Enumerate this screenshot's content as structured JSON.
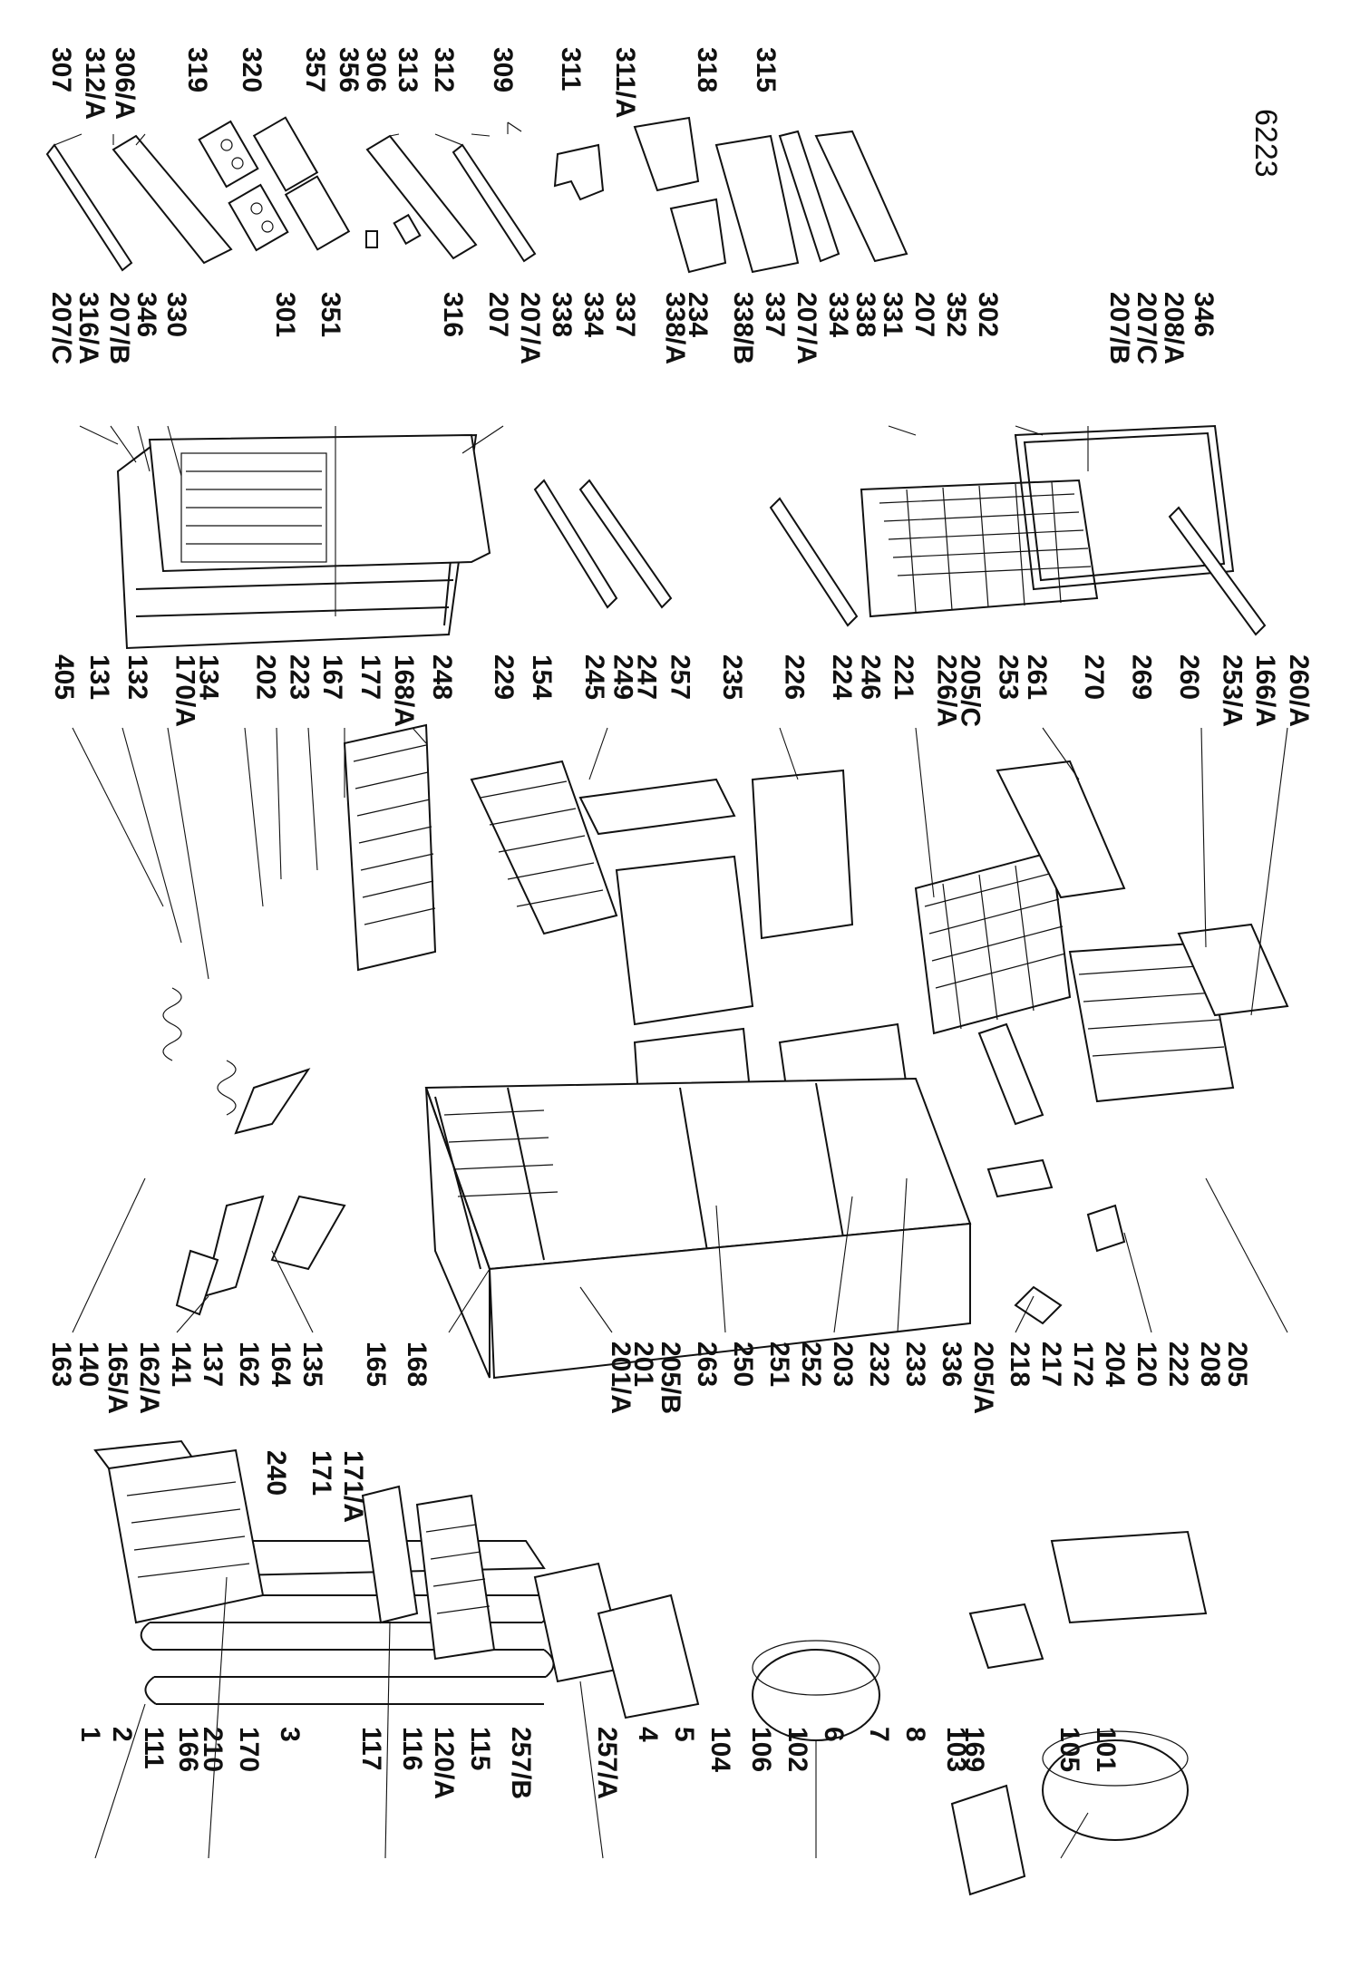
{
  "diagram": {
    "drawing_number": "6223",
    "groups": {
      "freezer_door_parts": [
        "307",
        "312/A",
        "306/A",
        "319",
        "320",
        "357",
        "356",
        "306",
        "313",
        "312",
        "309",
        "311",
        "311/A",
        "318",
        "315"
      ],
      "door_and_shelves": [
        "207/C",
        "316/A",
        "207/B",
        "346",
        "330",
        "301",
        "351",
        "316",
        "207",
        "207/A",
        "338",
        "334",
        "337",
        "338/A",
        "234",
        "338/B",
        "337",
        "207/A",
        "334",
        "338",
        "331",
        "207",
        "352",
        "302",
        "207/B",
        "207/C",
        "208/A",
        "346"
      ],
      "interior_parts": [
        "405",
        "131",
        "132",
        "170/A",
        "134",
        "202",
        "223",
        "167",
        "177",
        "168/A",
        "248",
        "229",
        "154",
        "245",
        "249",
        "247",
        "257",
        "235",
        "226",
        "224",
        "246",
        "221",
        "226/A",
        "205/C",
        "253",
        "261",
        "270",
        "269",
        "260",
        "253/A",
        "166/A",
        "260/A"
      ],
      "cabinet_parts": [
        "163",
        "140",
        "165/A",
        "162/A",
        "141",
        "137",
        "162",
        "164",
        "135",
        "165",
        "168",
        "201/A",
        "201",
        "205/B",
        "263",
        "250",
        "251",
        "252",
        "203",
        "232",
        "233",
        "336",
        "205/A",
        "218",
        "217",
        "172",
        "204",
        "120",
        "222",
        "208",
        "205"
      ],
      "cooling_parts": [
        "1",
        "2",
        "111",
        "166",
        "210",
        "170",
        "3",
        "117",
        "116",
        "120/A",
        "115",
        "257/B",
        "257/A",
        "4",
        "5",
        "104",
        "106",
        "102",
        "6",
        "7",
        "8",
        "103",
        "169",
        "105",
        "101"
      ],
      "lower_top_labels": [
        "240",
        "171",
        "171/A"
      ]
    }
  }
}
